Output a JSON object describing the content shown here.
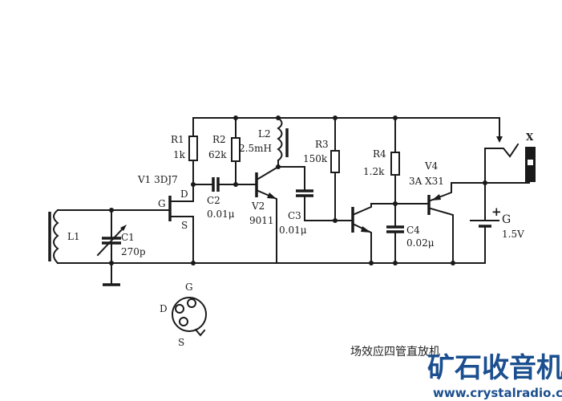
{
  "labels": {
    "r1": "R1",
    "r1_val": "1k",
    "r2": "R2",
    "r2_val": "62k",
    "l2": "L2",
    "l2_val": "2.5mH",
    "r3": "R3",
    "r3_val": "150k",
    "v1": "V1 3DJ7",
    "d": "D",
    "g": "G",
    "s": "S",
    "c2": "C2",
    "c2_val": "0.01μ",
    "v2": "V2",
    "v2_val": "9011",
    "c3": "C3",
    "c3_val": "0.01μ",
    "l1": "L1",
    "c1": "C1",
    "c1_val": "270p",
    "r4": "R4",
    "r4_val": "1.2k",
    "v4": "V4",
    "v4_val": "3A X31",
    "c4": "C4",
    "c4_val": "0.02μ",
    "battery": "G",
    "battery_val": "1.5V",
    "battery_plus": "+",
    "jack": "X",
    "pin_g": "G",
    "pin_d": "D",
    "pin_s": "S"
  },
  "caption": "场效应四管直放机",
  "watermark": {
    "logo": "矿石收音机",
    "url": "www.crystalradio.cn",
    "color": "#1b4f8f"
  }
}
